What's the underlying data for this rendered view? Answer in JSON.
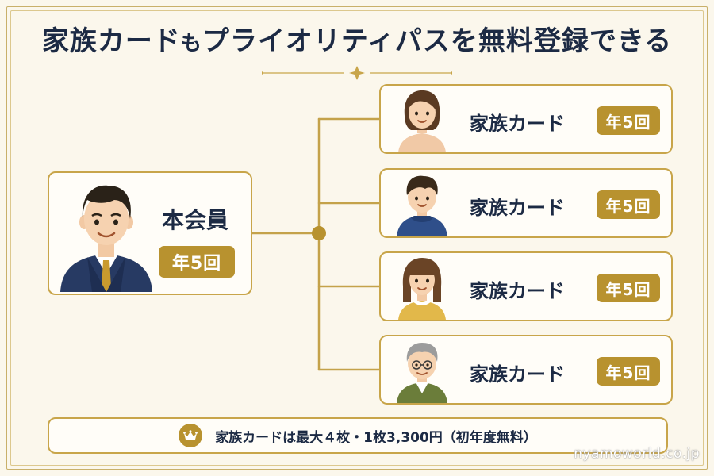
{
  "title": {
    "part1": "家族カード",
    "part2": "も",
    "part3": "プライオリティパスを無料登録できる"
  },
  "main_member": {
    "label": "本会員",
    "badge": "年5回",
    "avatar_icon": "businessman-avatar-icon"
  },
  "family_cards": [
    {
      "label": "家族カード",
      "badge": "年5回",
      "avatar_icon": "woman-avatar-icon"
    },
    {
      "label": "家族カード",
      "badge": "年5回",
      "avatar_icon": "boy-avatar-icon"
    },
    {
      "label": "家族カード",
      "badge": "年5回",
      "avatar_icon": "girl-avatar-icon"
    },
    {
      "label": "家族カード",
      "badge": "年5回",
      "avatar_icon": "grandfather-avatar-icon"
    }
  ],
  "footer": {
    "icon": "crown-icon",
    "text": "家族カードは最大４枚・1枚3,300円（初年度無料）"
  },
  "watermark": "nyamoworld.co.jp",
  "colors": {
    "gold": "#b8922f",
    "navy": "#1c2a44",
    "background": "#fbf7ec"
  }
}
